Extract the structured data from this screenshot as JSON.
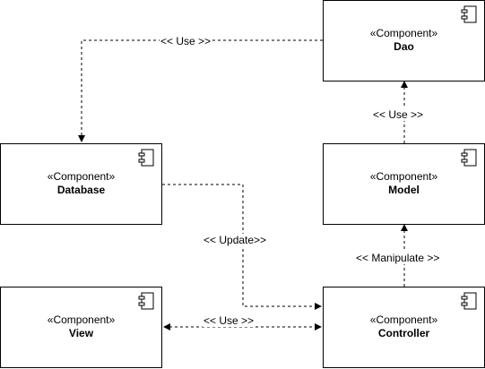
{
  "components": {
    "dao": {
      "stereotype": "«Component»",
      "name": "Dao",
      "icon": "component-icon"
    },
    "database": {
      "stereotype": "«Component»",
      "name": "Database",
      "icon": "component-icon"
    },
    "model": {
      "stereotype": "«Component»",
      "name": "Model",
      "icon": "component-icon"
    },
    "view": {
      "stereotype": "«Component»",
      "name": "View",
      "icon": "component-icon"
    },
    "controller": {
      "stereotype": "«Component»",
      "name": "Controller",
      "icon": "component-icon"
    }
  },
  "edges": {
    "dao_database": {
      "label": "<< Use >>"
    },
    "model_dao": {
      "label": "<< Use >>"
    },
    "database_controller": {
      "label": "<< Update>>"
    },
    "controller_model": {
      "label": "<< Manipulate >>"
    },
    "view_controller": {
      "label": "<< Use >>"
    }
  }
}
